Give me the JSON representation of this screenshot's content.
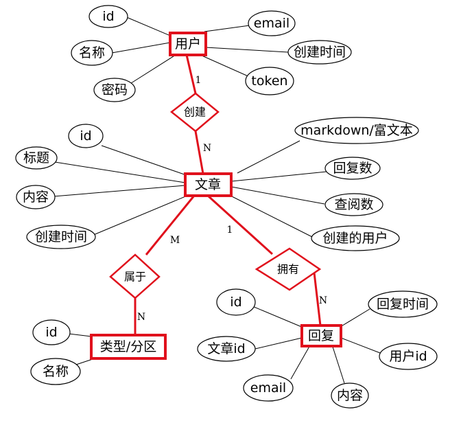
{
  "entities": {
    "user": "用户",
    "article": "文章",
    "reply": "回复",
    "category": "类型/分区"
  },
  "relationships": {
    "create": "创建",
    "belong": "属于",
    "own": "拥有"
  },
  "cardinalities": {
    "user_create": "1",
    "article_create": "N",
    "article_belong": "M",
    "category_belong": "N",
    "article_own": "1",
    "reply_own": "N"
  },
  "attributes": {
    "user": [
      "id",
      "email",
      "名称",
      "创建时间",
      "密码",
      "token"
    ],
    "article": [
      "id",
      "markdown/富文本",
      "标题",
      "回复数",
      "内容",
      "查阅数",
      "创建时间",
      "创建的用户"
    ],
    "category": [
      "id",
      "名称"
    ],
    "reply": [
      "id",
      "回复时间",
      "文章id",
      "用户id",
      "email",
      "内容"
    ]
  },
  "colors": {
    "accent": "#e0101c",
    "line": "#000000",
    "background": "#ffffff"
  }
}
